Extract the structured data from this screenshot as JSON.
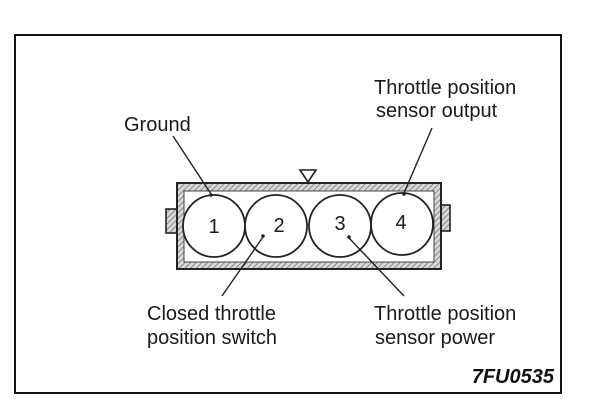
{
  "labels": {
    "ground": "Ground",
    "tps_output_line1": "Throttle position",
    "tps_output_line2": "sensor output",
    "closed_switch_line1": "Closed throttle",
    "closed_switch_line2": "position switch",
    "tps_power_line1": "Throttle position",
    "tps_power_line2": "sensor power"
  },
  "pins": [
    "1",
    "2",
    "3",
    "4"
  ],
  "figure_code": "7FU0535"
}
